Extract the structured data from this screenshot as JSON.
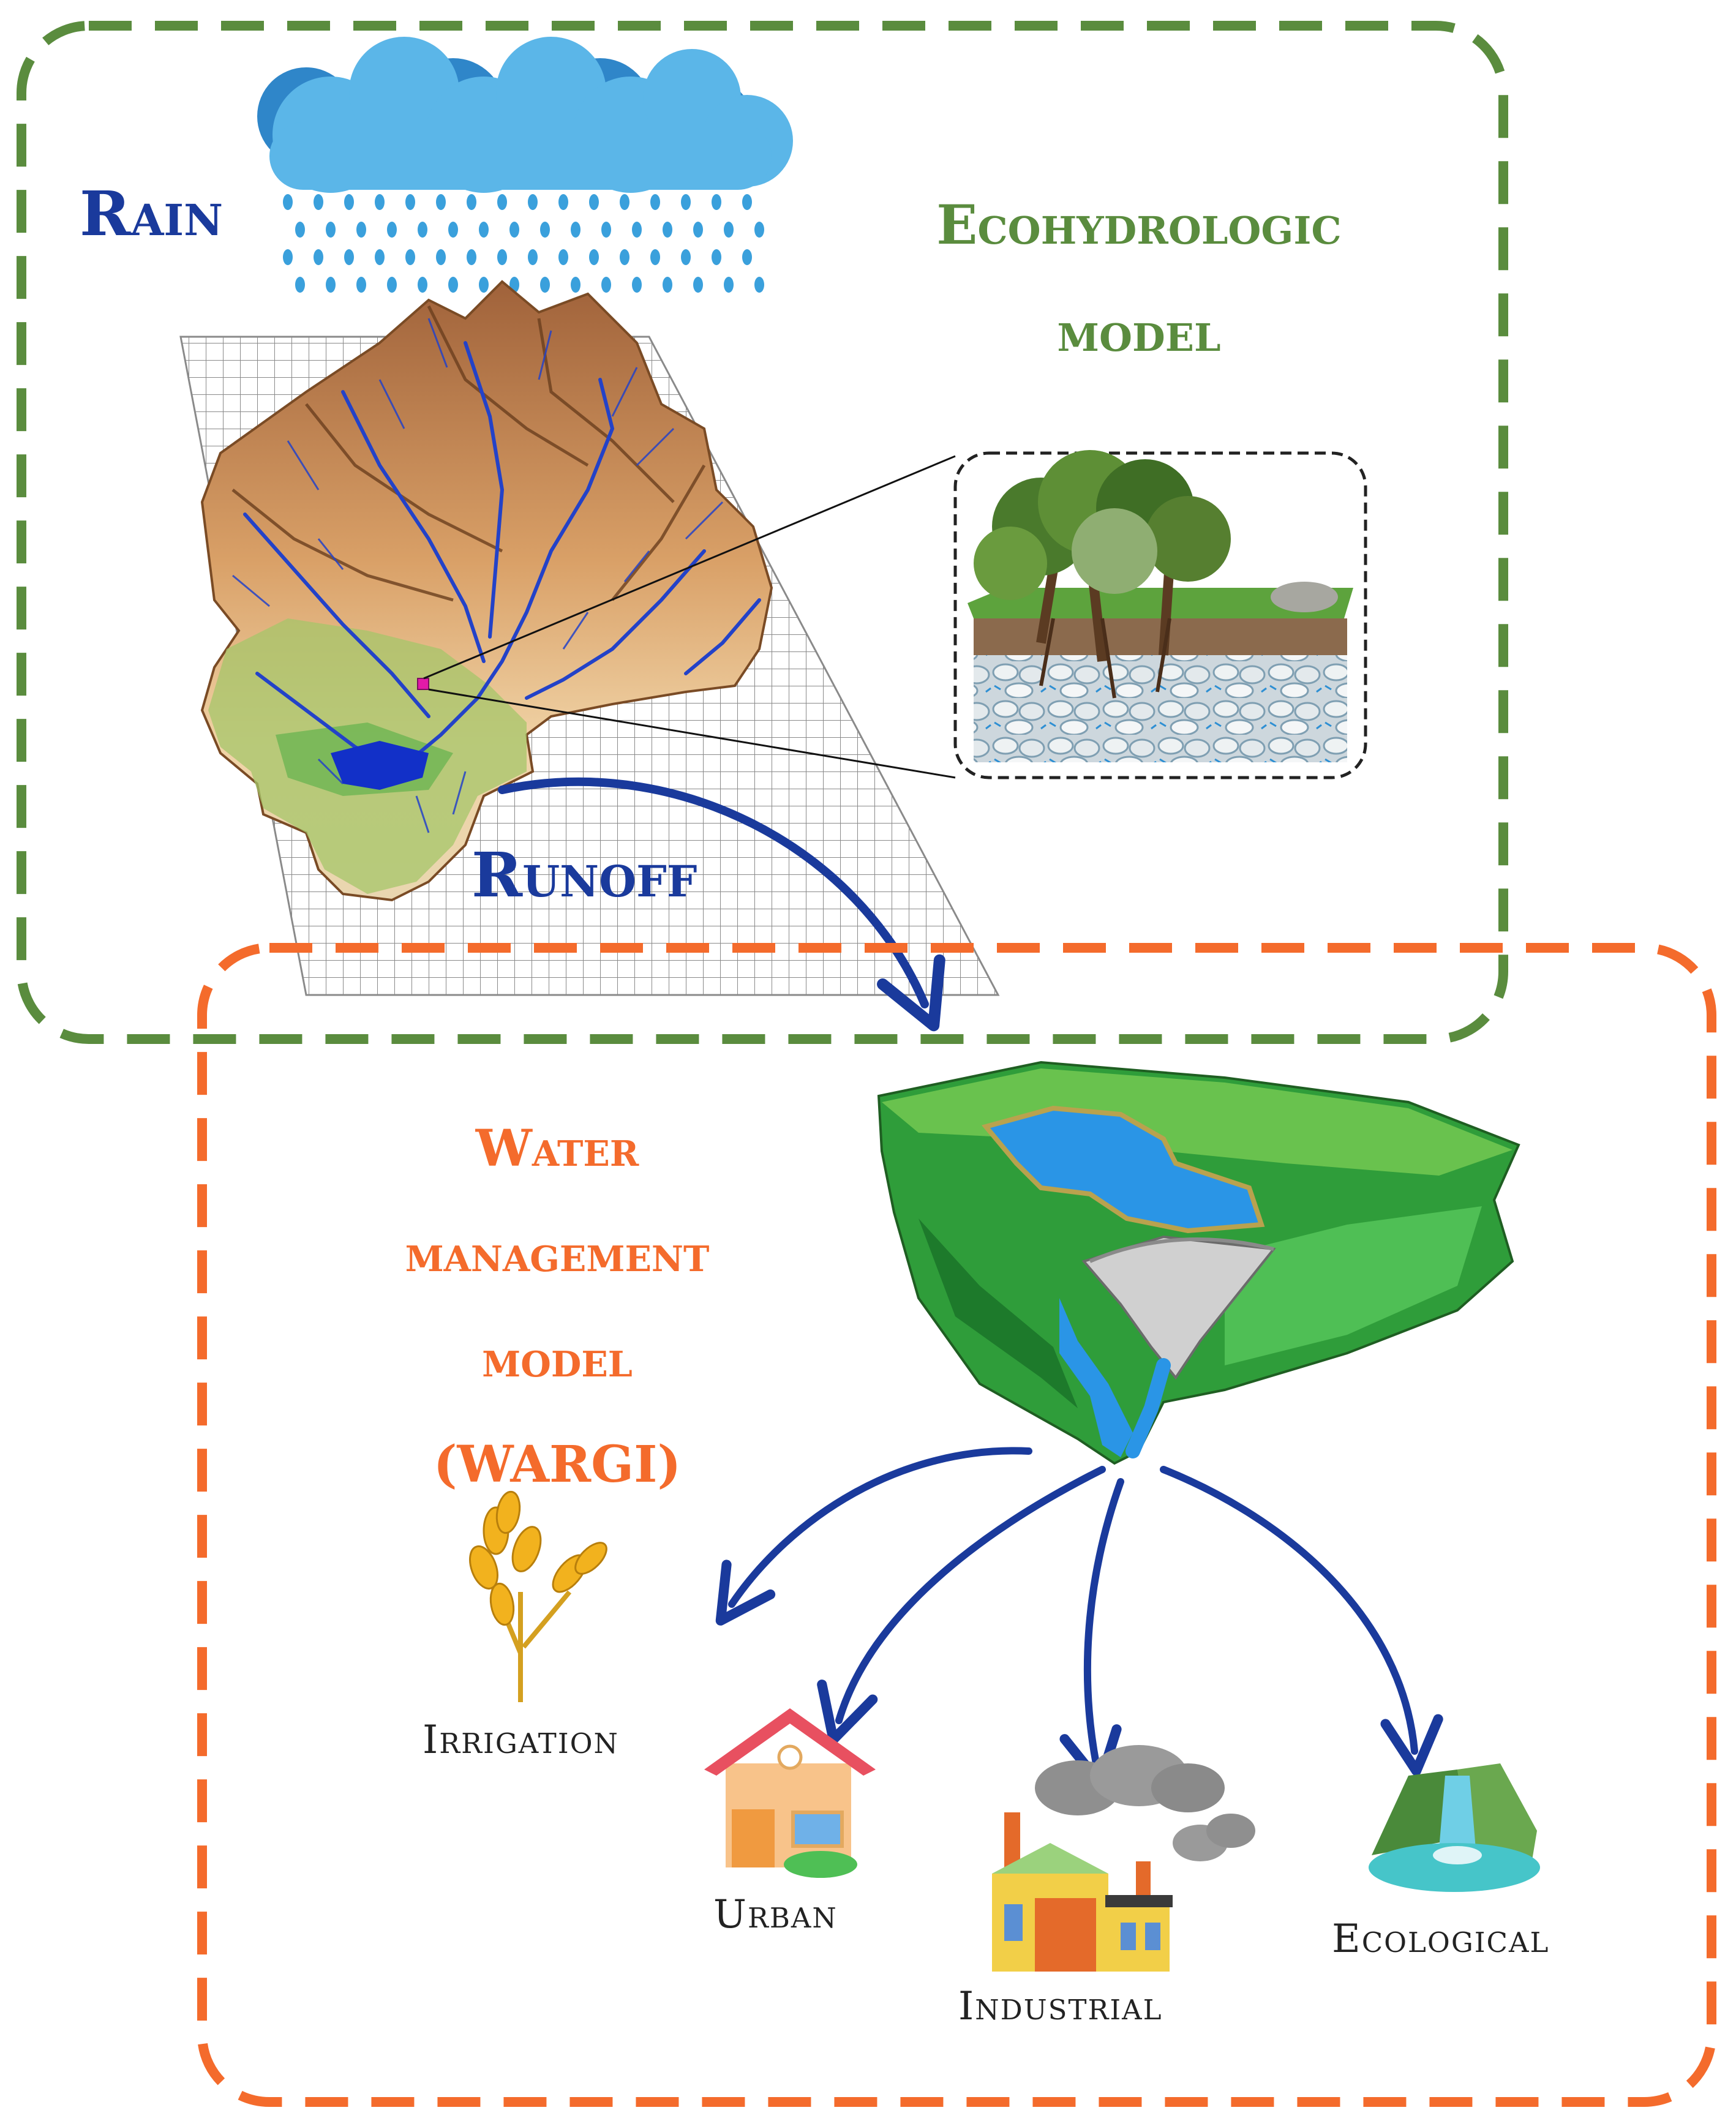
{
  "ecohydrologic": {
    "title_line1": "Ecohydrologic",
    "title_line2": "model",
    "rain_label": "Rain",
    "runoff_label": "Runoff",
    "box_color": "#5a8c3e"
  },
  "water_management": {
    "title_line1": "Water",
    "title_line2": "management",
    "title_line3": "model",
    "title_line4": "(WARGI)",
    "box_color": "#f46b2c"
  },
  "uses": {
    "irrigation": "Irrigation",
    "urban": "Urban",
    "industrial": "Industrial",
    "ecological": "Ecological"
  },
  "colors": {
    "arrow": "#1a3a9c",
    "rain_cloud": "#5bb6e8",
    "terrain": "#c98a4e",
    "river": "#2342c8",
    "reservoir_water": "#2a95e6",
    "valley_green": "#3fb24a"
  },
  "icons": [
    "cloud-rain-icon",
    "terrain-grid-icon",
    "soil-column-icon",
    "reservoir-dam-icon",
    "wheat-icon",
    "house-icon",
    "factory-icon",
    "waterfall-icon"
  ]
}
